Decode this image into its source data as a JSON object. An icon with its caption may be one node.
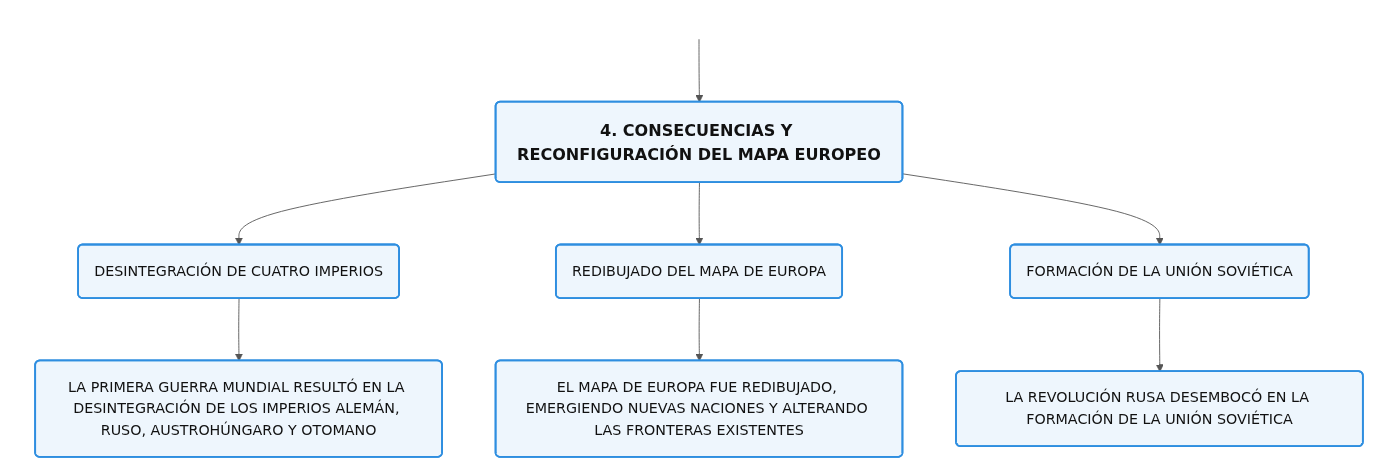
{
  "diagram": {
    "nodes": [
      {
        "text": [
          "4. CONSECUENCIAS Y RECONFIGURACIÓN DEL MAPA EUROPEO"
        ]
      },
      {
        "text": [
          "DESINTEGRACIÓN DE CUATRO IMPERIOS"
        ]
      },
      {
        "text": [
          "REDIBUJADO DEL MAPA DE EUROPA"
        ]
      },
      {
        "text": [
          "FORMACIÓN DE LA UNIÓN SOVIÉTICA"
        ]
      },
      {
        "text": [
          "LA PRIMERA GUERRA MUNDIAL RESULTÓ EN LA DESINTEGRACIÓN DE LOS IMPERIOS ALEMÁN, RUSO, AUSTROHÚNGARO Y OTOMANO"
        ]
      },
      {
        "text": [
          "EL MAPA DE EUROPA FUE REDIBUJADO, EMERGIENDO NUEVAS NACIONES Y ALTERANDO LAS FRONTERAS EXISTENTES"
        ]
      },
      {
        "text": [
          "LA REVOLUCIÓN RUSA DESEMBOCÓ EN LA FORMACIÓN DE LA UNIÓN SOVIÉTICA"
        ]
      }
    ],
    "edges": [
      {
        "from": null,
        "to": 0,
        "arrow": "to"
      },
      {
        "from": 0,
        "to": 1,
        "arrow": "to"
      },
      {
        "from": 0,
        "to": 2,
        "arrow": "to"
      },
      {
        "from": 0,
        "to": 3,
        "arrow": "to"
      },
      {
        "from": 1,
        "to": 4,
        "arrow": "to"
      },
      {
        "from": 2,
        "to": 5,
        "arrow": "to"
      },
      {
        "from": 3,
        "to": 6,
        "arrow": "to"
      }
    ]
  }
}
